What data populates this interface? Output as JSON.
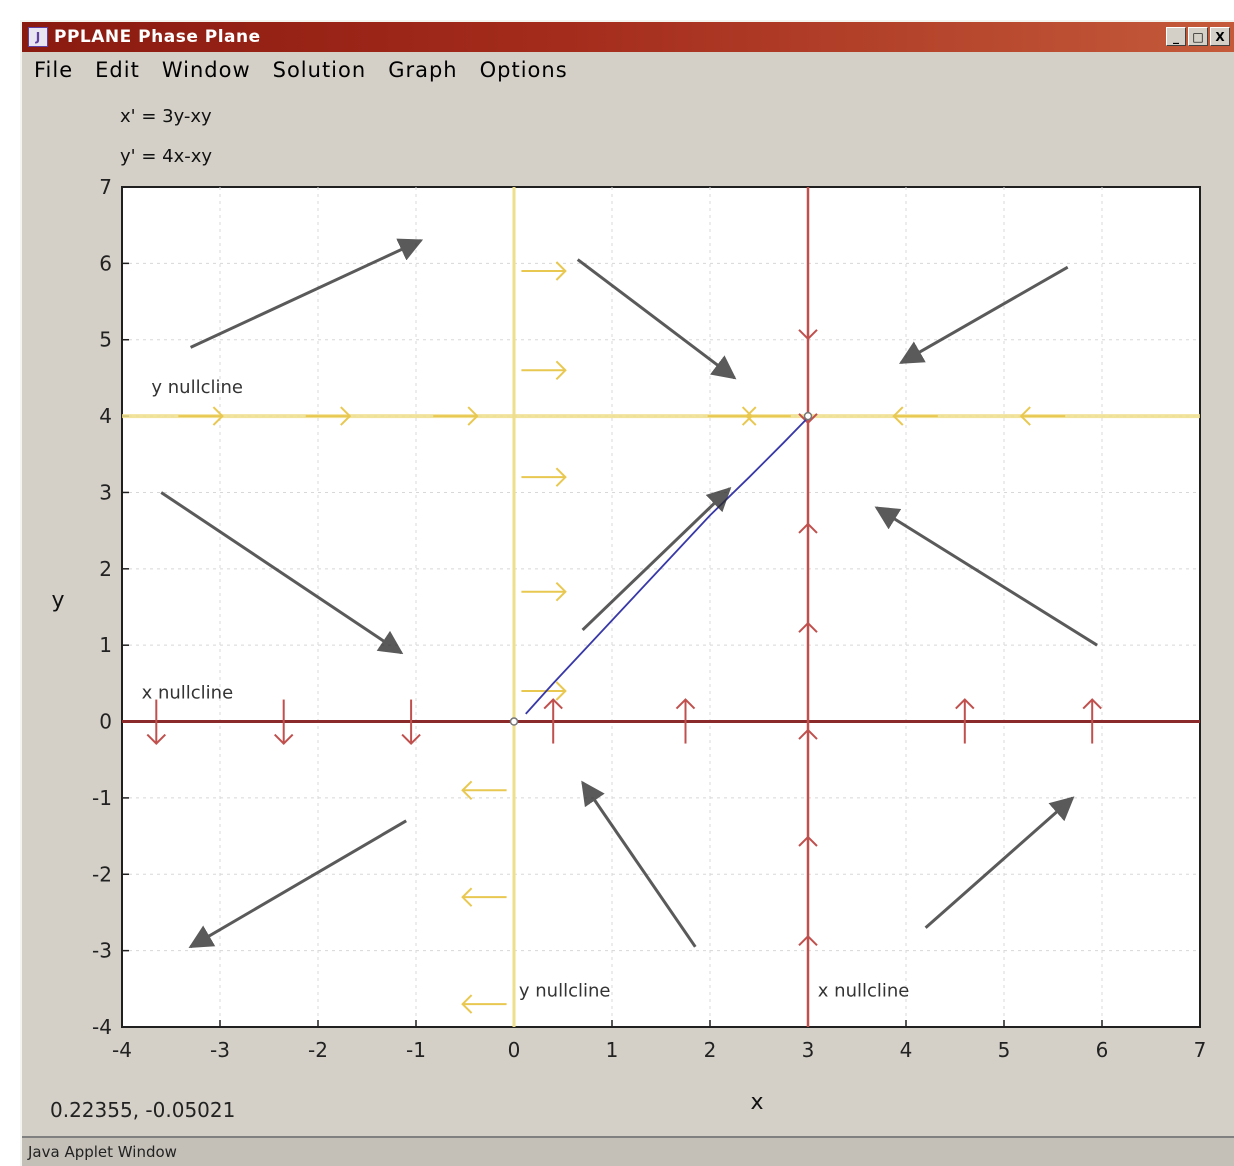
{
  "window": {
    "title": "PPLANE Phase Plane",
    "buttons": {
      "minimize": "_",
      "maximize": "□",
      "close": "X"
    }
  },
  "menu": {
    "items": [
      "File",
      "Edit",
      "Window",
      "Solution",
      "Graph",
      "Options"
    ]
  },
  "equations": {
    "x_prime": "x' = 3y-xy",
    "y_prime": "y' = 4x-xy"
  },
  "status": {
    "coordinates": "0.22355,   -0.05021",
    "footer": "Java Applet Window"
  },
  "colors": {
    "x_nullcline": "#8b2a2a",
    "y_nullcline": "#efdf8a",
    "vector_arrow": "#2c2c2c",
    "solution_curve": "#3838a8",
    "grid": "#d8d8d8"
  },
  "chart_data": {
    "type": "scatter",
    "xlabel": "x",
    "ylabel": "y",
    "xlim": [
      -4,
      7
    ],
    "ylim": [
      -4,
      7
    ],
    "x_ticks": [
      -4,
      -3,
      -2,
      -1,
      0,
      1,
      2,
      3,
      4,
      5,
      6,
      7
    ],
    "y_ticks": [
      -4,
      -3,
      -2,
      -1,
      0,
      1,
      2,
      3,
      4,
      5,
      6,
      7
    ],
    "grid": true,
    "nullclines": {
      "x_nullcline_label": "x nullcline",
      "y_nullcline_label": "y nullcline",
      "x_nullcline_lines": [
        {
          "orientation": "horizontal",
          "value": 0
        },
        {
          "orientation": "vertical",
          "value": 3
        }
      ],
      "y_nullcline_lines": [
        {
          "orientation": "vertical",
          "value": 0
        },
        {
          "orientation": "horizontal",
          "value": 4
        }
      ],
      "label_positions": [
        {
          "which": "y",
          "x": -3.7,
          "y": 4.3
        },
        {
          "which": "x",
          "x": -3.8,
          "y": 0.3
        },
        {
          "which": "y",
          "x": 0.05,
          "y": -3.6
        },
        {
          "which": "x",
          "x": 3.1,
          "y": -3.6
        }
      ]
    },
    "direction_arrows": [
      {
        "x1": -3.3,
        "y1": 4.9,
        "x2": -0.95,
        "y2": 6.3
      },
      {
        "x1": 0.65,
        "y1": 6.05,
        "x2": 2.25,
        "y2": 4.5
      },
      {
        "x1": 5.65,
        "y1": 5.95,
        "x2": 3.95,
        "y2": 4.7
      },
      {
        "x1": -3.6,
        "y1": 3.0,
        "x2": -1.15,
        "y2": 0.9
      },
      {
        "x1": 0.7,
        "y1": 1.2,
        "x2": 2.2,
        "y2": 3.05
      },
      {
        "x1": 5.95,
        "y1": 1.0,
        "x2": 3.7,
        "y2": 2.8
      },
      {
        "x1": -1.1,
        "y1": -1.3,
        "x2": -3.3,
        "y2": -2.95
      },
      {
        "x1": 1.85,
        "y1": -2.95,
        "x2": 0.7,
        "y2": -0.8
      },
      {
        "x1": 4.2,
        "y1": -2.7,
        "x2": 5.7,
        "y2": -1.0
      }
    ],
    "nullcline_ticks": [
      {
        "nullcline": "x",
        "x": -3.65,
        "y": 0,
        "dx": 0,
        "dy": -1
      },
      {
        "nullcline": "x",
        "x": -2.35,
        "y": 0,
        "dx": 0,
        "dy": -1
      },
      {
        "nullcline": "x",
        "x": -1.05,
        "y": 0,
        "dx": 0,
        "dy": -1
      },
      {
        "nullcline": "x",
        "x": 0.4,
        "y": 0,
        "dx": 0,
        "dy": 1
      },
      {
        "nullcline": "x",
        "x": 1.75,
        "y": 0,
        "dx": 0,
        "dy": 1
      },
      {
        "nullcline": "x",
        "x": 4.6,
        "y": 0,
        "dx": 0,
        "dy": 1
      },
      {
        "nullcline": "x",
        "x": 5.9,
        "y": 0,
        "dx": 0,
        "dy": 1
      },
      {
        "nullcline": "x",
        "x": 3,
        "y": 5.3,
        "dx": 0,
        "dy": -1
      },
      {
        "nullcline": "x",
        "x": 3,
        "y": 4.2,
        "dx": 0,
        "dy": -1
      },
      {
        "nullcline": "x",
        "x": 3,
        "y": 2.3,
        "dx": 0,
        "dy": 1
      },
      {
        "nullcline": "x",
        "x": 3,
        "y": 1.0,
        "dx": 0,
        "dy": 1
      },
      {
        "nullcline": "x",
        "x": 3,
        "y": -0.4,
        "dx": 0,
        "dy": 1
      },
      {
        "nullcline": "x",
        "x": 3,
        "y": -1.8,
        "dx": 0,
        "dy": 1
      },
      {
        "nullcline": "x",
        "x": 3,
        "y": -3.1,
        "dx": 0,
        "dy": 1
      },
      {
        "nullcline": "y",
        "x": 0.3,
        "y": 5.9,
        "dx": 1,
        "dy": 0
      },
      {
        "nullcline": "y",
        "x": 0.3,
        "y": 4.6,
        "dx": 1,
        "dy": 0
      },
      {
        "nullcline": "y",
        "x": 0.3,
        "y": 3.2,
        "dx": 1,
        "dy": 0
      },
      {
        "nullcline": "y",
        "x": 0.3,
        "y": 1.7,
        "dx": 1,
        "dy": 0
      },
      {
        "nullcline": "y",
        "x": 0.3,
        "y": 0.4,
        "dx": 1,
        "dy": 0
      },
      {
        "nullcline": "y",
        "x": -0.3,
        "y": -0.9,
        "dx": -1,
        "dy": 0
      },
      {
        "nullcline": "y",
        "x": -0.3,
        "y": -2.3,
        "dx": -1,
        "dy": 0
      },
      {
        "nullcline": "y",
        "x": -0.3,
        "y": -3.7,
        "dx": -1,
        "dy": 0
      },
      {
        "nullcline": "y",
        "x": -3.2,
        "y": 4,
        "dx": 1,
        "dy": 0
      },
      {
        "nullcline": "y",
        "x": -1.9,
        "y": 4,
        "dx": 1,
        "dy": 0
      },
      {
        "nullcline": "y",
        "x": -0.6,
        "y": 4,
        "dx": 1,
        "dy": 0
      },
      {
        "nullcline": "y",
        "x": 2.2,
        "y": 4,
        "dx": 1,
        "dy": 0
      },
      {
        "nullcline": "y",
        "x": 2.6,
        "y": 4,
        "dx": -1,
        "dy": 0
      },
      {
        "nullcline": "y",
        "x": 4.1,
        "y": 4,
        "dx": -1,
        "dy": 0
      },
      {
        "nullcline": "y",
        "x": 5.4,
        "y": 4,
        "dx": -1,
        "dy": 0
      }
    ],
    "solution_curve": [
      [
        0.12,
        0.1
      ],
      [
        0.4,
        0.5
      ],
      [
        0.8,
        1.05
      ],
      [
        1.2,
        1.6
      ],
      [
        1.6,
        2.15
      ],
      [
        2.0,
        2.7
      ],
      [
        2.4,
        3.2
      ],
      [
        2.75,
        3.65
      ],
      [
        3.0,
        3.98
      ]
    ],
    "equilibria": [
      [
        0,
        0
      ],
      [
        3,
        4
      ]
    ]
  }
}
